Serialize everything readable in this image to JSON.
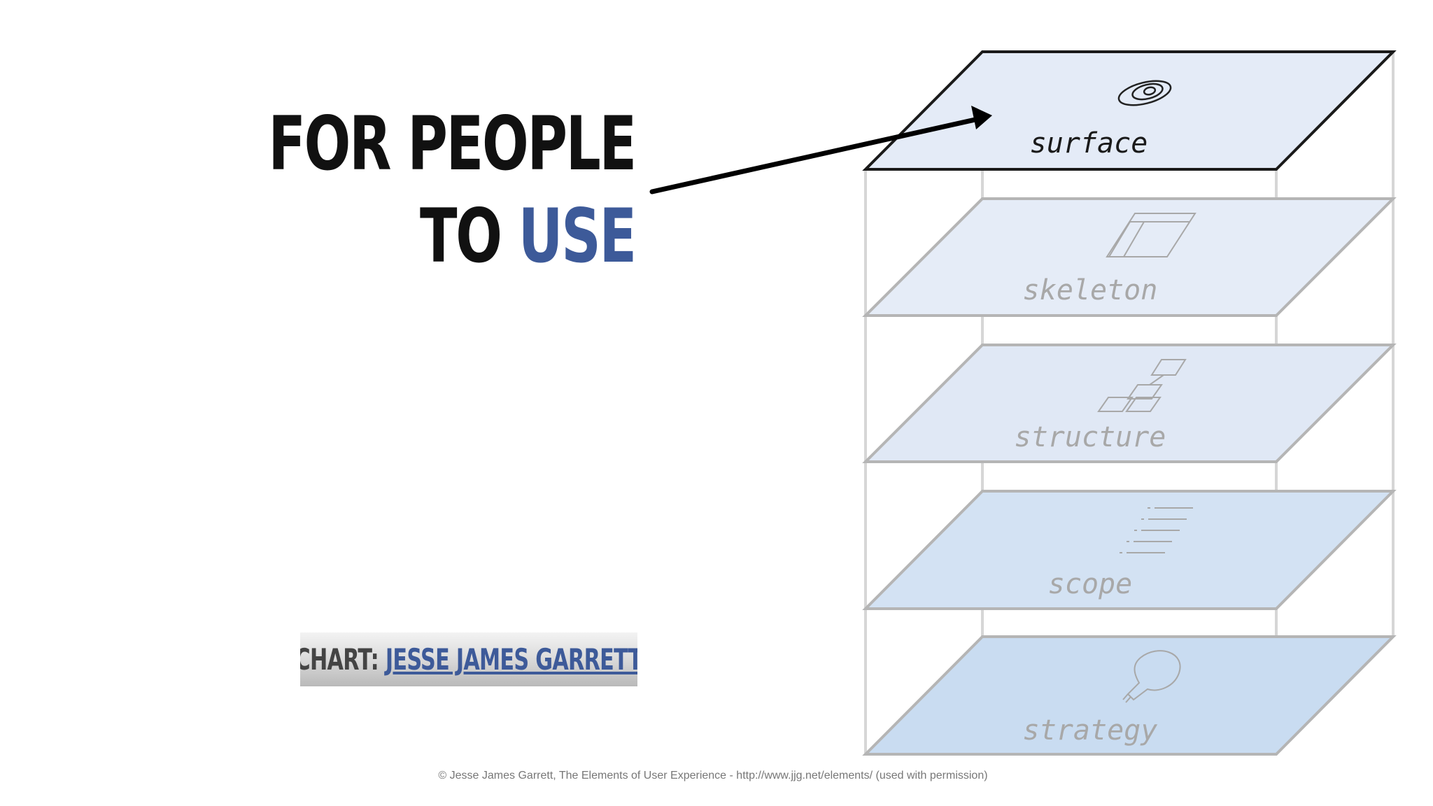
{
  "headline": {
    "line1": "FOR PEOPLE",
    "line2_prefix": "TO ",
    "line2_accent": "USE"
  },
  "credit": {
    "prefix": "CHART: ",
    "link_text": "JESSE JAMES GARRETT"
  },
  "footer": "© Jesse James Garrett, The Elements of User Experience - http://www.jjg.net/elements/   (used with permission)",
  "planes": [
    {
      "label": "surface",
      "icon": "eye-icon",
      "highlighted": true
    },
    {
      "label": "skeleton",
      "icon": "wireframe-icon",
      "highlighted": false
    },
    {
      "label": "structure",
      "icon": "hierarchy-icon",
      "highlighted": false
    },
    {
      "label": "scope",
      "icon": "list-icon",
      "highlighted": false
    },
    {
      "label": "strategy",
      "icon": "lightbulb-icon",
      "highlighted": false
    }
  ],
  "colors": {
    "accent": "#3d5a99",
    "headline": "#111111",
    "plane_outline_active": "#1a1a1a",
    "plane_outline_inactive": "#b5b5b5"
  }
}
